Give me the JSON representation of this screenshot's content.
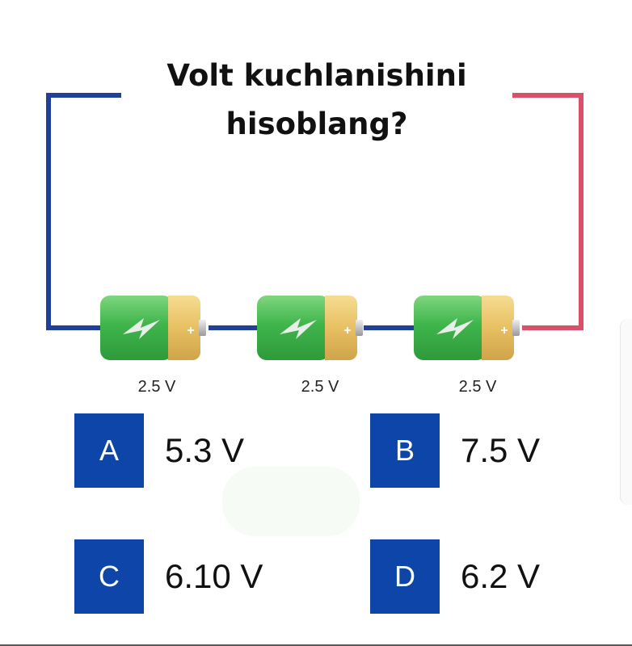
{
  "title": {
    "line1": "Volt kuchlanishini",
    "line2": "hisoblang?"
  },
  "circuit": {
    "wire_colors": {
      "negative": "#1f3f9a",
      "positive": "#d9506a"
    },
    "battery_colors": {
      "body": "#43b84e",
      "cap": "#e8c56a",
      "terminal": "#c9c9c9",
      "bolt": "#f1f1f1"
    },
    "plus_symbol": "+",
    "batteries": [
      {
        "voltage_label": "2.5 V"
      },
      {
        "voltage_label": "2.5 V"
      },
      {
        "voltage_label": "2.5 V"
      }
    ]
  },
  "options": [
    {
      "letter": "A",
      "value": "5.3 V"
    },
    {
      "letter": "B",
      "value": "7.5 V"
    },
    {
      "letter": "C",
      "value": "6.10 V"
    },
    {
      "letter": "D",
      "value": "6.2 V"
    }
  ],
  "option_box_color": "#0d46a8"
}
